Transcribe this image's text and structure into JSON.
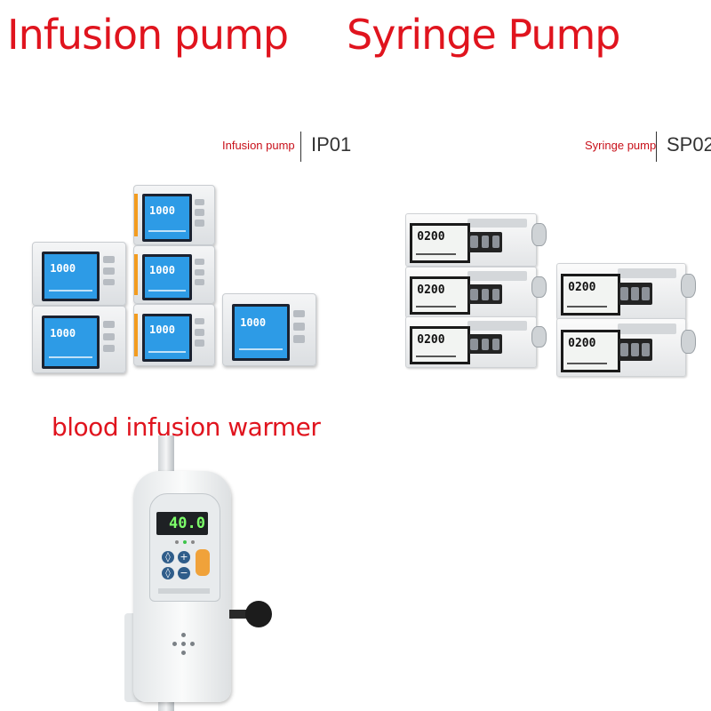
{
  "headings": {
    "infusion": "Infusion pump",
    "syringe": "Syringe Pump",
    "warmer": "blood infusion warmer"
  },
  "infusion_caption": {
    "label": "Infusion pump",
    "model": "IP01"
  },
  "syringe_caption": {
    "label": "Syringe pump",
    "model": "SP02"
  },
  "infusion_display": "1000",
  "syringe_display": "0200",
  "warmer_display": "40.0",
  "colors": {
    "heading": "#e0141e",
    "infusion_screen": "#2d9be6",
    "warmer_digits": "#7dff6a"
  }
}
